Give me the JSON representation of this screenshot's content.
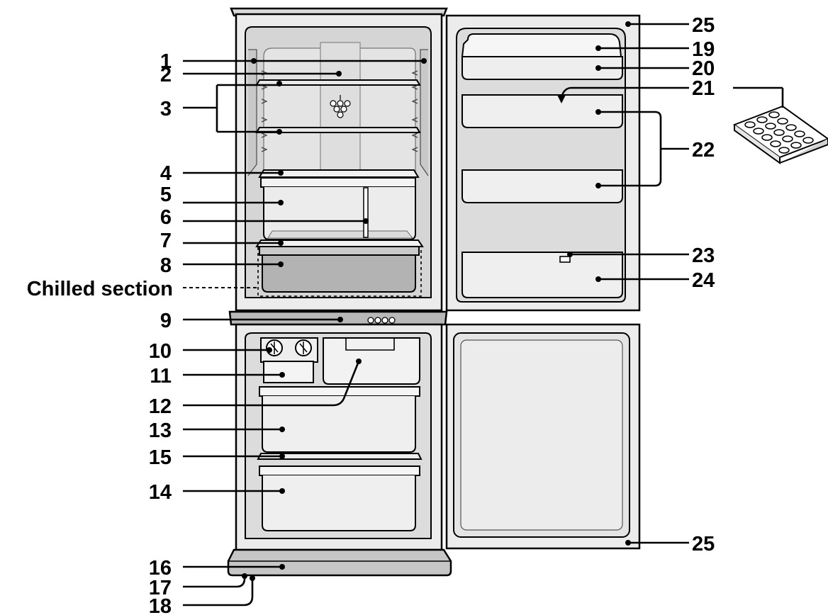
{
  "labels": {
    "l1": "1",
    "l2": "2",
    "l3": "3",
    "l4": "4",
    "l5": "5",
    "l6": "6",
    "l7": "7",
    "l8": "8",
    "l9": "9",
    "l10": "10",
    "l11": "11",
    "l12": "12",
    "l13": "13",
    "l14": "14",
    "l15": "15",
    "l16": "16",
    "l17": "17",
    "l18": "18",
    "l19": "19",
    "l20": "20",
    "l21": "21",
    "l22": "22",
    "l23": "23",
    "l24": "24",
    "l25_top": "25",
    "l25_bottom": "25",
    "chilled_section": "Chilled section"
  },
  "colors": {
    "outline": "#000000",
    "cabinet_panel": "#e6e6e6",
    "interior": "#d6d6d6",
    "drawer_dark": "#b5b5b5",
    "white": "#ffffff"
  }
}
